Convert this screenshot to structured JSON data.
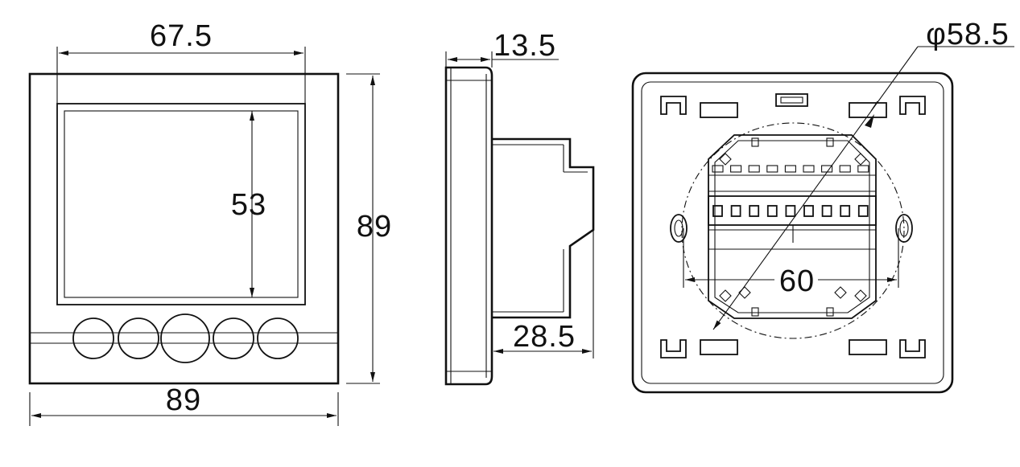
{
  "dimensions": {
    "front_display_width": "67.5",
    "front_display_height": "53",
    "front_overall_height": "89",
    "front_overall_width": "89",
    "side_front_thickness": "13.5",
    "side_body_depth": "28.5",
    "back_mount_diameter": "φ58.5",
    "back_hole_spacing": "60"
  },
  "front_view": {
    "button_count": 5
  },
  "back_view": {
    "terminal_count": 9
  },
  "colors": {
    "ink": "#111111",
    "background": "#ffffff"
  }
}
